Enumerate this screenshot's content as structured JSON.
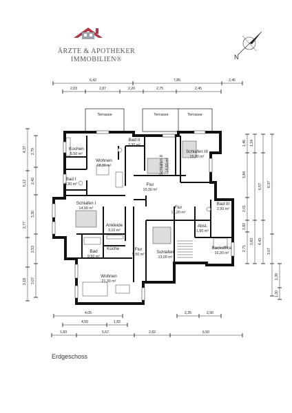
{
  "logo": {
    "line1": "ÄRZTE & APOTHEKER",
    "line2": "IMMOBILIEN®",
    "brand_color": "#b03a48"
  },
  "compass": {
    "label": "N"
  },
  "caption": "Erdgeschoss",
  "rooms": [
    {
      "id": "kochen",
      "name": "Kochen",
      "area": "5,50 m²"
    },
    {
      "id": "wohnen1",
      "name": "Wohnen",
      "area": "18,30 m²"
    },
    {
      "id": "bad2",
      "name": "Bad II",
      "area": "3,30 m²"
    },
    {
      "id": "schlafen2",
      "name": "Schlafen II",
      "area": "14,60 m²"
    },
    {
      "id": "schlafen3",
      "name": "Schlafen III",
      "area": "15,00 m²"
    },
    {
      "id": "bad1",
      "name": "Bad I",
      "area": "5,30 m²"
    },
    {
      "id": "flur1",
      "name": "Flur",
      "area": "10,30 m²"
    },
    {
      "id": "schlafen1",
      "name": "Schlafen I",
      "area": "14,90 m²"
    },
    {
      "id": "flur2",
      "name": "Flur",
      "area": "13,20 m²"
    },
    {
      "id": "bad3",
      "name": "Bad III",
      "area": "2,50 m²"
    },
    {
      "id": "ankleide",
      "name": "Ankleide",
      "area": "3,10 m²"
    },
    {
      "id": "abst",
      "name": "Abst.",
      "area": "1,80 m²"
    },
    {
      "id": "kueche",
      "name": "Küche",
      "area": ""
    },
    {
      "id": "backoffice",
      "name": "Backoffice",
      "area": "10,30 m²"
    },
    {
      "id": "bad",
      "name": "Bad",
      "area": "9,50 m²"
    },
    {
      "id": "flur3",
      "name": "Flur",
      "area": "5,50 m²"
    },
    {
      "id": "schlafen",
      "name": "Schlafen",
      "area": "13,00 m²"
    },
    {
      "id": "wohnen2",
      "name": "Wohnen",
      "area": "21,30 m²"
    }
  ],
  "terraces": [
    "Terrasse",
    "Terrasse",
    "Terrasse"
  ],
  "dimensions": {
    "top_row1": [
      "6,42",
      "7,85",
      "2,45"
    ],
    "top_row2": [
      "2,03",
      "2,87",
      "2,20",
      "2,75",
      "2,45"
    ],
    "bottom_row1": [
      "4,05",
      "2,35",
      "2,90"
    ],
    "bottom_row2": [
      "4,50",
      "1,82"
    ],
    "bottom_row3": [
      "1,83",
      "5,67",
      "2,82",
      "6,50"
    ],
    "left_outer": [
      "4,37",
      "5,12",
      "2,77",
      "3,18"
    ],
    "left_inner": [
      "2,79",
      "2,42",
      "3,30",
      "2,53",
      "3,07"
    ],
    "right_a": [
      "1,46",
      "3,84",
      "2,01",
      "2,82",
      "2,71"
    ],
    "right_b": [
      "1,24",
      "6,57",
      "3,83",
      "4,43"
    ],
    "right_c": [
      "9,37",
      "3,07"
    ],
    "right_d": [
      "1,39",
      "1,20"
    ]
  }
}
